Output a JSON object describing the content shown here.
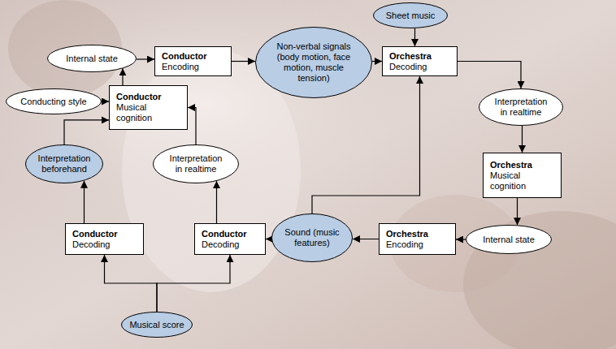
{
  "diagram": {
    "nodes": [
      {
        "text": [
          "Sheet music"
        ]
      },
      {
        "text": [
          "Internal state"
        ]
      },
      {
        "text": [
          "Conductor",
          "Encoding"
        ]
      },
      {
        "text": [
          "Non-verbal signals (body motion, face motion, muscle tension)"
        ]
      },
      {
        "text": [
          "Orchestra",
          "Decoding"
        ]
      },
      {
        "text": [
          "Conducting style"
        ]
      },
      {
        "text": [
          "Conductor",
          "Musical cognition"
        ]
      },
      {
        "text": [
          "Interpretation in realtime"
        ]
      },
      {
        "text": [
          "Interpretation beforehand"
        ]
      },
      {
        "text": [
          "Interpretation in realtime"
        ]
      },
      {
        "text": [
          "Orchestra",
          "Musical cognition"
        ]
      },
      {
        "text": [
          "Conductor",
          "Decoding"
        ]
      },
      {
        "text": [
          "Conductor",
          "Decoding"
        ]
      },
      {
        "text": [
          "Sound (music features)"
        ]
      },
      {
        "text": [
          "Orchestra",
          "Encoding"
        ]
      },
      {
        "text": [
          "Internal state"
        ]
      },
      {
        "text": [
          "Musical score"
        ]
      }
    ],
    "edges": [
      {
        "from": 1,
        "to": 2,
        "arrow": "to"
      },
      {
        "from": 2,
        "to": 3,
        "arrow": "to"
      },
      {
        "from": 3,
        "to": 4,
        "arrow": "to"
      },
      {
        "from": 0,
        "to": 4,
        "arrow": "to"
      },
      {
        "from": 4,
        "to": 7,
        "arrow": "to"
      },
      {
        "from": 7,
        "to": 10,
        "arrow": "to"
      },
      {
        "from": 10,
        "to": 15,
        "arrow": "to"
      },
      {
        "from": 15,
        "to": 14,
        "arrow": "to"
      },
      {
        "from": 14,
        "to": 13,
        "arrow": "to"
      },
      {
        "from": 13,
        "to": 12,
        "arrow": "to"
      },
      {
        "from": 13,
        "to": 4,
        "arrow": "to"
      },
      {
        "from": 16,
        "to": 11,
        "arrow": "to"
      },
      {
        "from": 16,
        "to": 12,
        "arrow": "to"
      },
      {
        "from": 11,
        "to": 8,
        "arrow": "to"
      },
      {
        "from": 12,
        "to": 9,
        "arrow": "to"
      },
      {
        "from": 8,
        "to": 6,
        "arrow": "to"
      },
      {
        "from": 5,
        "to": 6,
        "arrow": "to"
      },
      {
        "from": 9,
        "to": 6,
        "arrow": "to"
      },
      {
        "from": 6,
        "to": 1,
        "arrow": "to"
      }
    ]
  }
}
